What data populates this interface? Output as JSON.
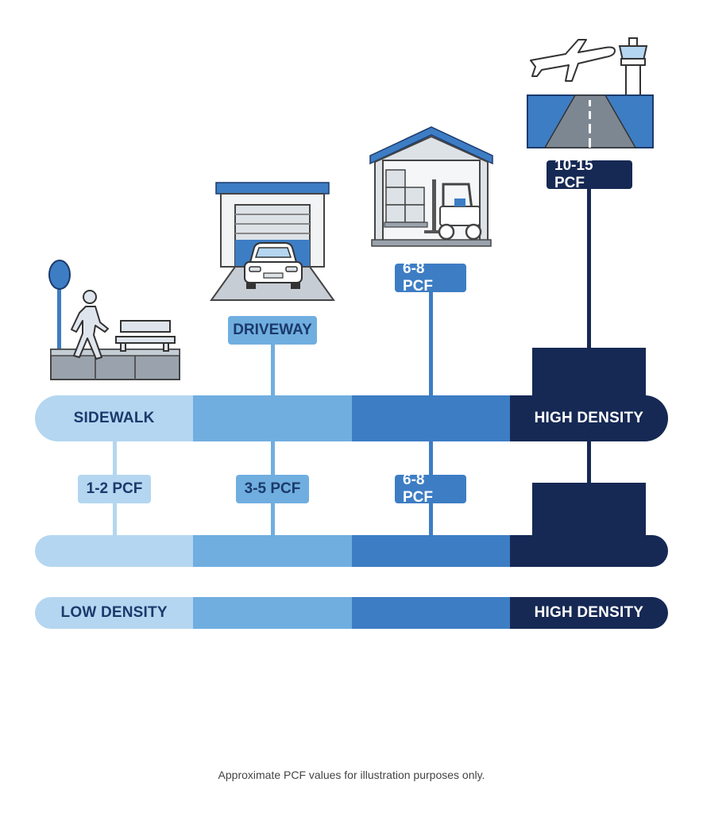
{
  "colors": {
    "seg1": "#b4d6f0",
    "seg2": "#70aee0",
    "seg3": "#3d7dc4",
    "seg4": "#162954",
    "dark_text": "#1b3a6b",
    "white": "#ffffff",
    "footnote": "#444444"
  },
  "icons": {
    "sidewalk": "pedestrian-walking-with-bench-icon",
    "driveway": "garage-with-car-icon",
    "warehouse": "warehouse-with-forklift-icon",
    "airport": "airplane-runway-control-tower-icon"
  },
  "labels": {
    "driveway_tag": "DRIVEWAY",
    "warehouse_tag": "6-8 PCF",
    "airport_tag": "10-15 PCF"
  },
  "bar1": {
    "left_label": "SIDEWALK",
    "right_label": "HIGH DENSITY"
  },
  "values": {
    "v1": "1-2 PCF",
    "v2": "3-5 PCF",
    "v3": "6-8 PCF"
  },
  "bar3": {
    "left_label": "LOW DENSITY",
    "right_label": "HIGH DENSITY"
  },
  "footnote": "Approximate PCF values for illustration purposes only."
}
